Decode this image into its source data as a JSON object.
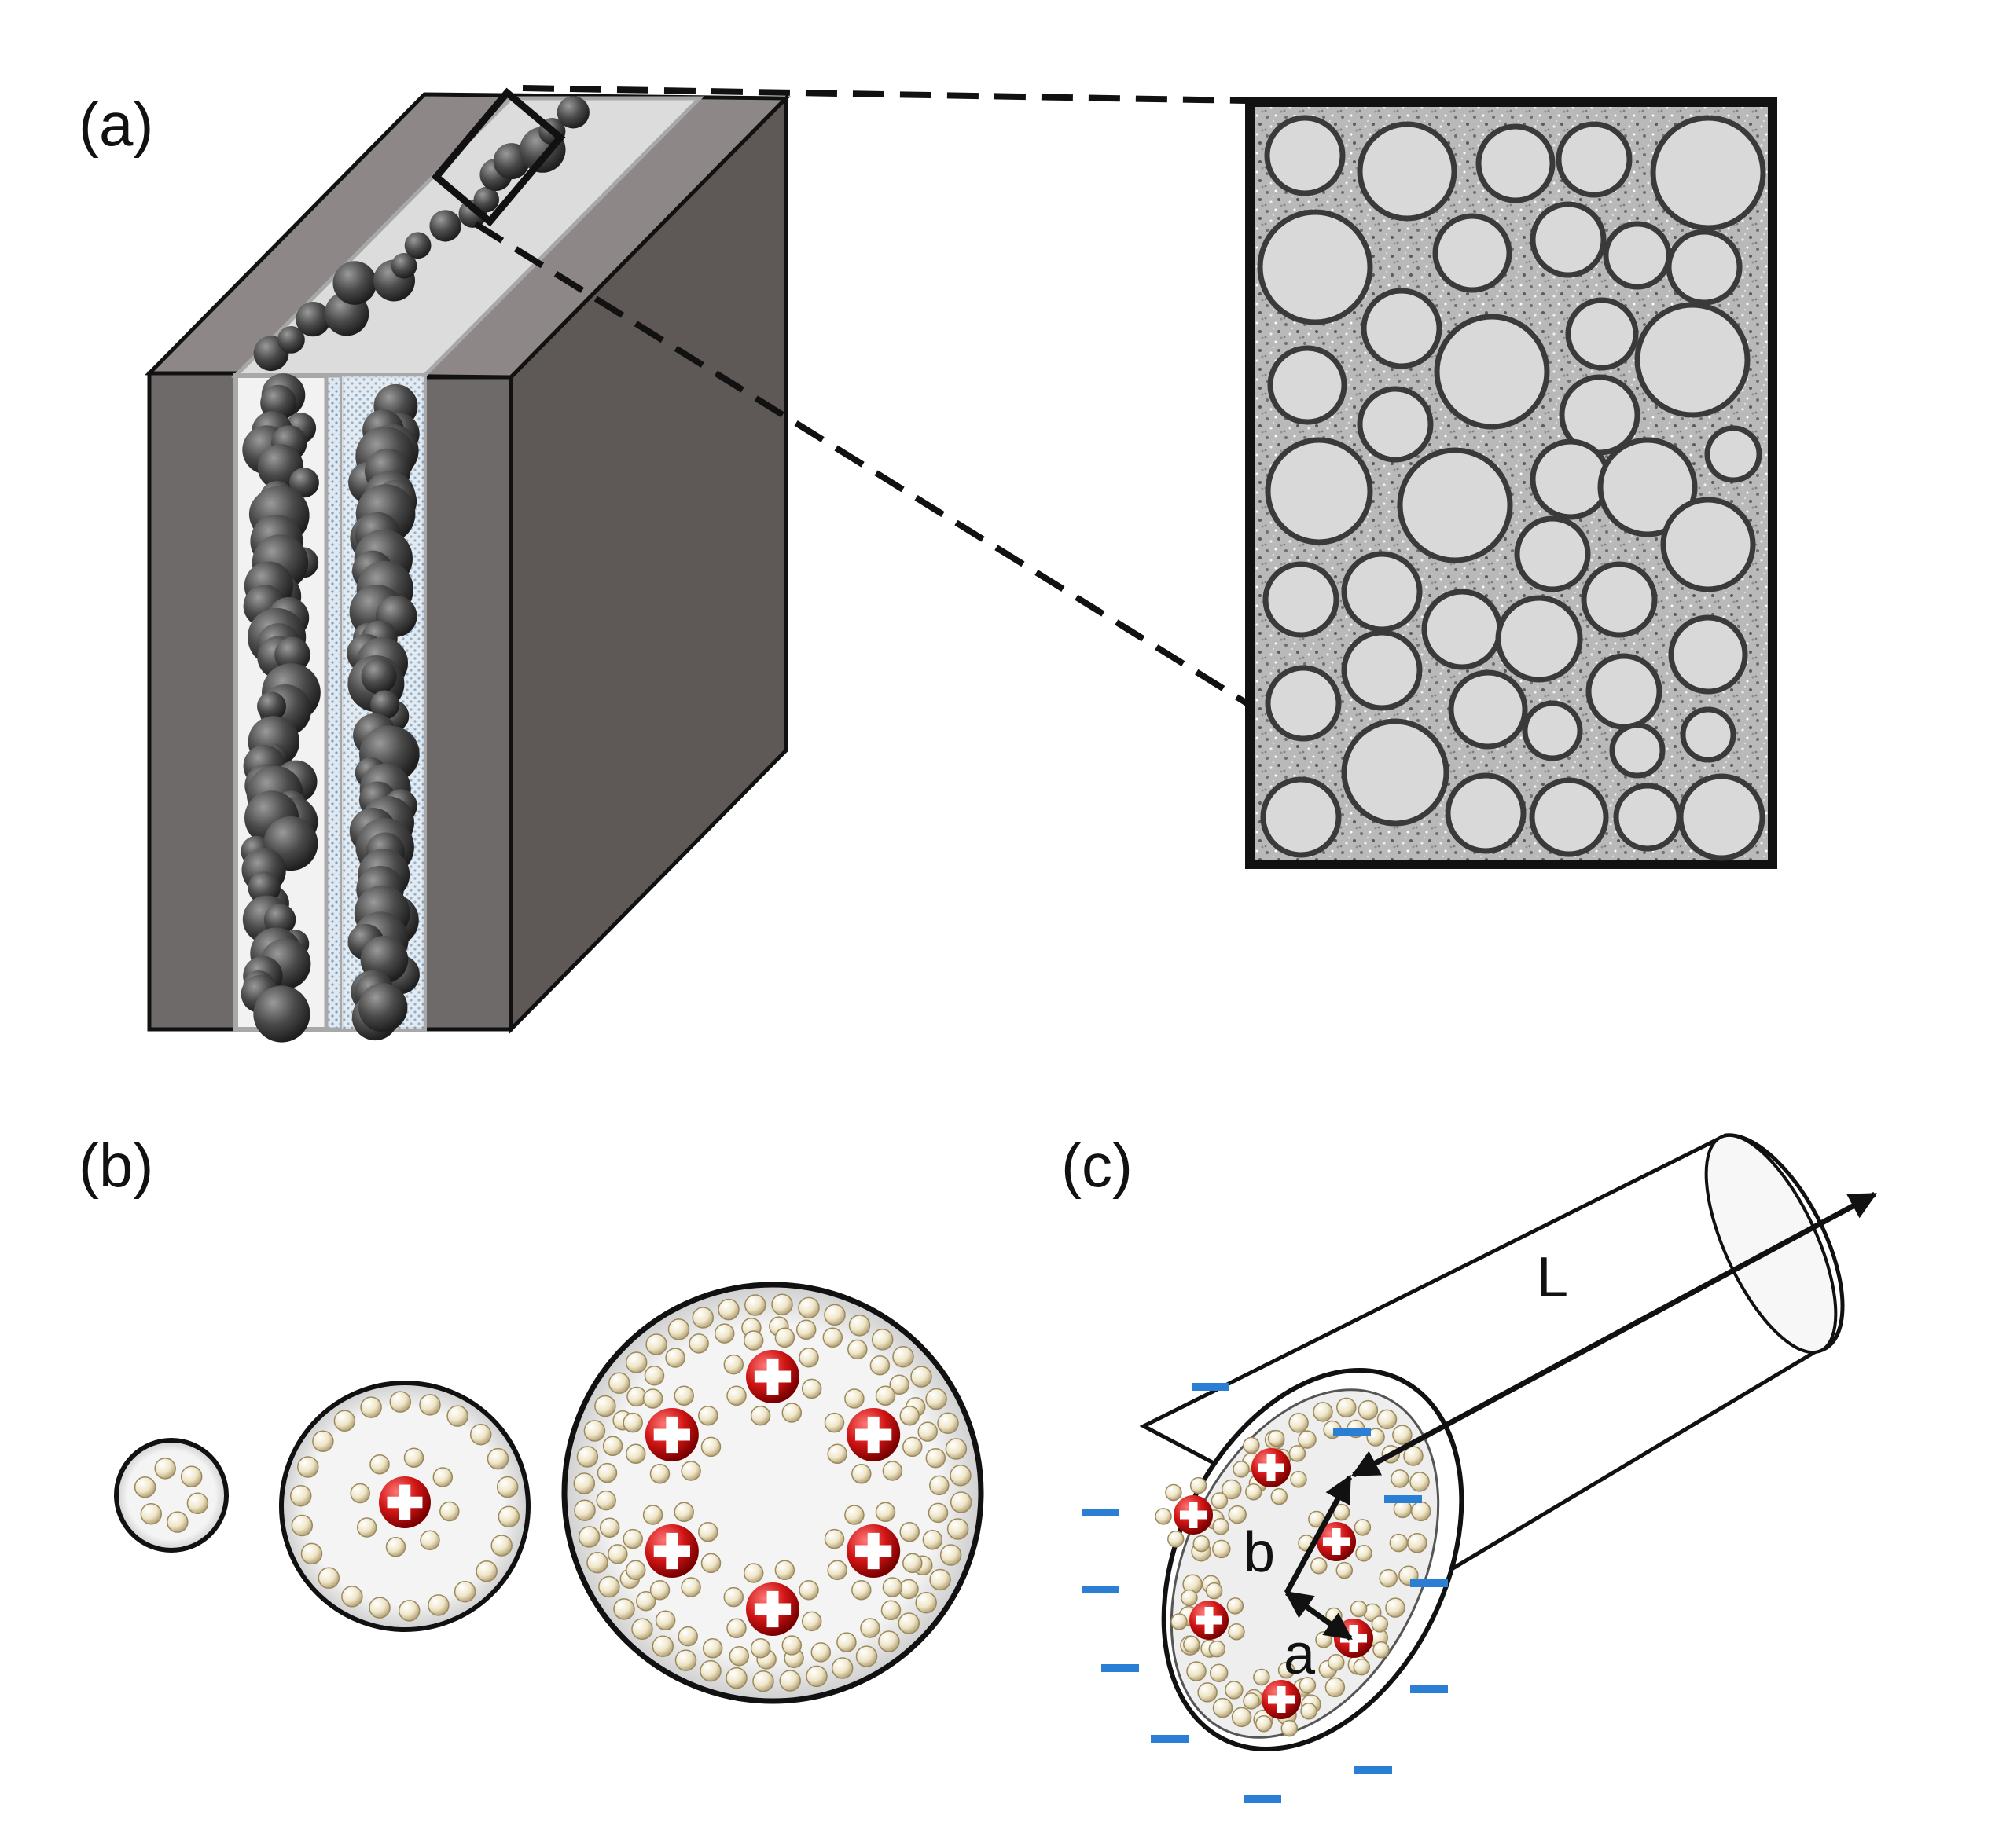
{
  "panels": {
    "a": {
      "label": "(a)"
    },
    "b": {
      "label": "(b)"
    },
    "c": {
      "label": "(c)"
    }
  },
  "dimensions": {
    "length": "L",
    "outer_radius": "b",
    "inner_radius": "a"
  },
  "symbols": {
    "cation": "+",
    "surface_charge": "−"
  },
  "colors": {
    "electrode_front": "#6e6a69",
    "electrode_side": "#5e5857",
    "electrode_top": "#8d8887",
    "particle": "#404040",
    "pore": "#d9d9d9",
    "cation": "#cc1111",
    "solvent": "#efe6c8",
    "surface_charge": "#2a7fd4"
  }
}
